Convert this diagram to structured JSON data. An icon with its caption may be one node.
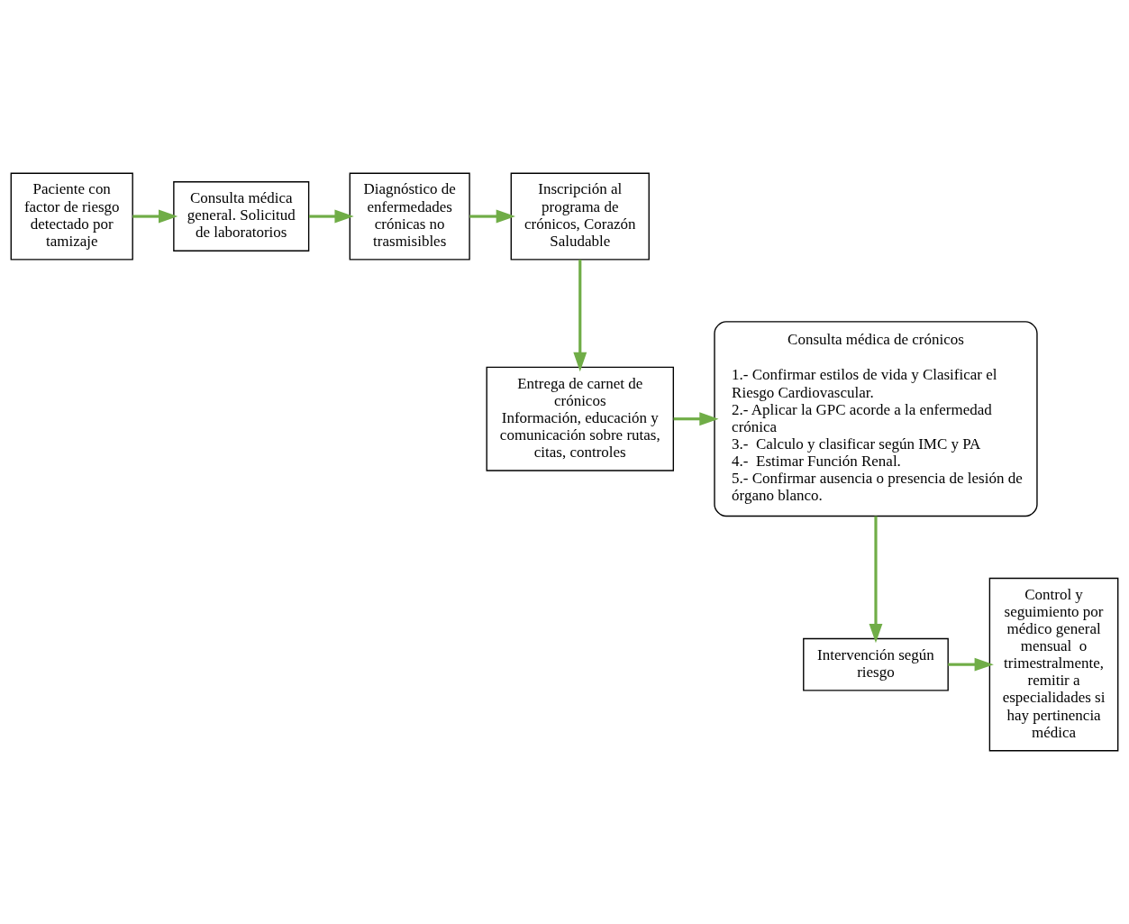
{
  "diagram": {
    "nodes": [
      {
        "text": [
          "Paciente con factor de riesgo detectado por tamizaje"
        ]
      },
      {
        "text": [
          "Consulta médica general. Solicitud de laboratorios"
        ]
      },
      {
        "text": [
          "Diagnóstico de enfermedades crónicas no trasmisibles"
        ]
      },
      {
        "text": [
          "Inscripción al programa de crónicos, Corazón Saludable"
        ]
      },
      {
        "text": [
          "Entrega de carnet de crónicos",
          "Información, educación y comunicación sobre rutas, citas, controles"
        ]
      },
      {
        "text": [
          "Consulta médica de crónicos",
          "1.- Confirmar estilos de vida y Clasificar el Riesgo Cardiovascular.",
          "2.- Aplicar la GPC acorde a la enfermedad crónica",
          "3.-  Calculo y clasificar según IMC y PA",
          "4.-  Estimar Función Renal.",
          "5.- Confirmar ausencia o presencia de lesión de órgano blanco."
        ]
      },
      {
        "text": [
          "Intervención según riesgo"
        ]
      },
      {
        "text": [
          "Control y seguimiento por médico general mensual  o trimestralmente, remitir a especialidades si hay pertinencia médica"
        ]
      }
    ],
    "edges": [
      {
        "from": 0,
        "to": 1,
        "arrow": "to"
      },
      {
        "from": 1,
        "to": 2,
        "arrow": "to"
      },
      {
        "from": 2,
        "to": 3,
        "arrow": "to"
      },
      {
        "from": 3,
        "to": 4,
        "arrow": "to"
      },
      {
        "from": 4,
        "to": 5,
        "arrow": "to"
      },
      {
        "from": 5,
        "to": 6,
        "arrow": "to"
      },
      {
        "from": 6,
        "to": 7,
        "arrow": "to"
      }
    ]
  }
}
